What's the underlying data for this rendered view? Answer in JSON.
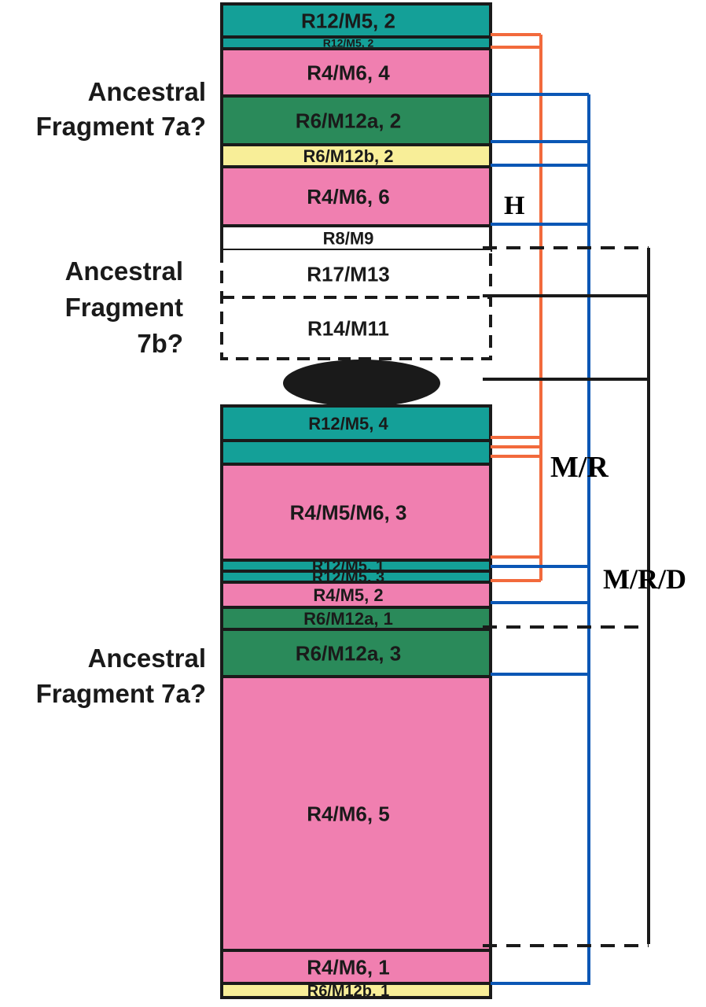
{
  "figure": {
    "colors": {
      "teal": "#14a098",
      "pink": "#f07fb0",
      "dark_green": "#2a8a5a",
      "yellow": "#f8ee98",
      "white": "#ffffff",
      "outline": "#1a1a1a",
      "h_line": "#f26a3c",
      "mr_line": "#0b57b5",
      "mrd_line": "#1a1a1a"
    },
    "side_labels": [
      {
        "line1": "Ancestral",
        "line2": "Fragment 7a?"
      },
      {
        "line1": "Ancestral",
        "line2": "Fragment",
        "line3": "7b?"
      },
      {
        "line1": "Ancestral",
        "line2": "Fragment 7a?"
      }
    ],
    "bands": [
      {
        "label": "R12/M5, 2",
        "color": "teal"
      },
      {
        "label": "R12/M5, 2",
        "color": "teal"
      },
      {
        "label": "R4/M6, 4",
        "color": "pink"
      },
      {
        "label": "R6/M12a, 2",
        "color": "dark_green"
      },
      {
        "label": "R6/M12b, 2",
        "color": "yellow"
      },
      {
        "label": "R4/M6, 6",
        "color": "pink"
      },
      {
        "label": "R8/M9",
        "color": "white"
      },
      {
        "label": "R17/M13",
        "color": "white",
        "dashed": true
      },
      {
        "label": "R14/M11",
        "color": "white",
        "dashed": true
      },
      {
        "label": "R12/M5, 4",
        "color": "teal"
      },
      {
        "label": "",
        "color": "teal"
      },
      {
        "label": "R4/M5/M6, 3",
        "color": "pink"
      },
      {
        "label": "R12/M5, 1",
        "color": "teal"
      },
      {
        "label": "R12/M5, 3",
        "color": "teal"
      },
      {
        "label": "R4/M5, 2",
        "color": "pink"
      },
      {
        "label": "R6/M12a, 1",
        "color": "dark_green"
      },
      {
        "label": "R6/M12a, 3",
        "color": "dark_green"
      },
      {
        "label": "R4/M6, 5",
        "color": "pink"
      },
      {
        "label": "R4/M6, 1",
        "color": "pink"
      },
      {
        "label": "R6/M12b, 1",
        "color": "yellow"
      }
    ],
    "centromere": "centromere",
    "groups": [
      {
        "label": "H",
        "color": "h_line"
      },
      {
        "label": "M/R",
        "color": "mr_line"
      },
      {
        "label": "M/R/D",
        "color": "mrd_line"
      }
    ]
  }
}
